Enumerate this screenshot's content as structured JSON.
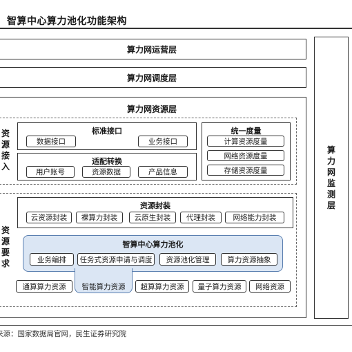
{
  "title": "智算中心算力池化功能架构",
  "layers": {
    "ops": "算力网运营层",
    "schedule": "算力网调度层",
    "resource": "算力网资源层",
    "monitor_chars": [
      "算",
      "力",
      "网",
      "监",
      "测",
      "层"
    ]
  },
  "access": {
    "label_chars": [
      "资",
      "源",
      "接",
      "入"
    ],
    "standard_interface": {
      "title": "标准接口",
      "items": [
        "数据接口",
        "业务接口"
      ]
    },
    "adapter": {
      "title": "适配转换",
      "items": [
        "用户账号",
        "资源数据",
        "产品信息"
      ]
    },
    "measure": {
      "title": "统一度量",
      "items": [
        "计算资源度量",
        "网络资源度量",
        "存储资源度量"
      ]
    }
  },
  "requirement": {
    "label_chars": [
      "资",
      "源",
      "要",
      "求"
    ],
    "encapsulation": {
      "title": "资源封装",
      "items": [
        "云资源封装",
        "裸算力封装",
        "云原生封装",
        "代理封装",
        "网络能力封装"
      ]
    },
    "pooling": {
      "title": "智算中心算力池化",
      "items": [
        "业务编排",
        "任务式资源申请与调度",
        "资源池化管理",
        "算力资源抽象"
      ]
    },
    "bottom": [
      "通算算力资源",
      "智能算力资源",
      "超算算力资源",
      "量子算力资源",
      "网络资源"
    ]
  },
  "footer": "来源：国家数据局官网，民生证券研究院"
}
